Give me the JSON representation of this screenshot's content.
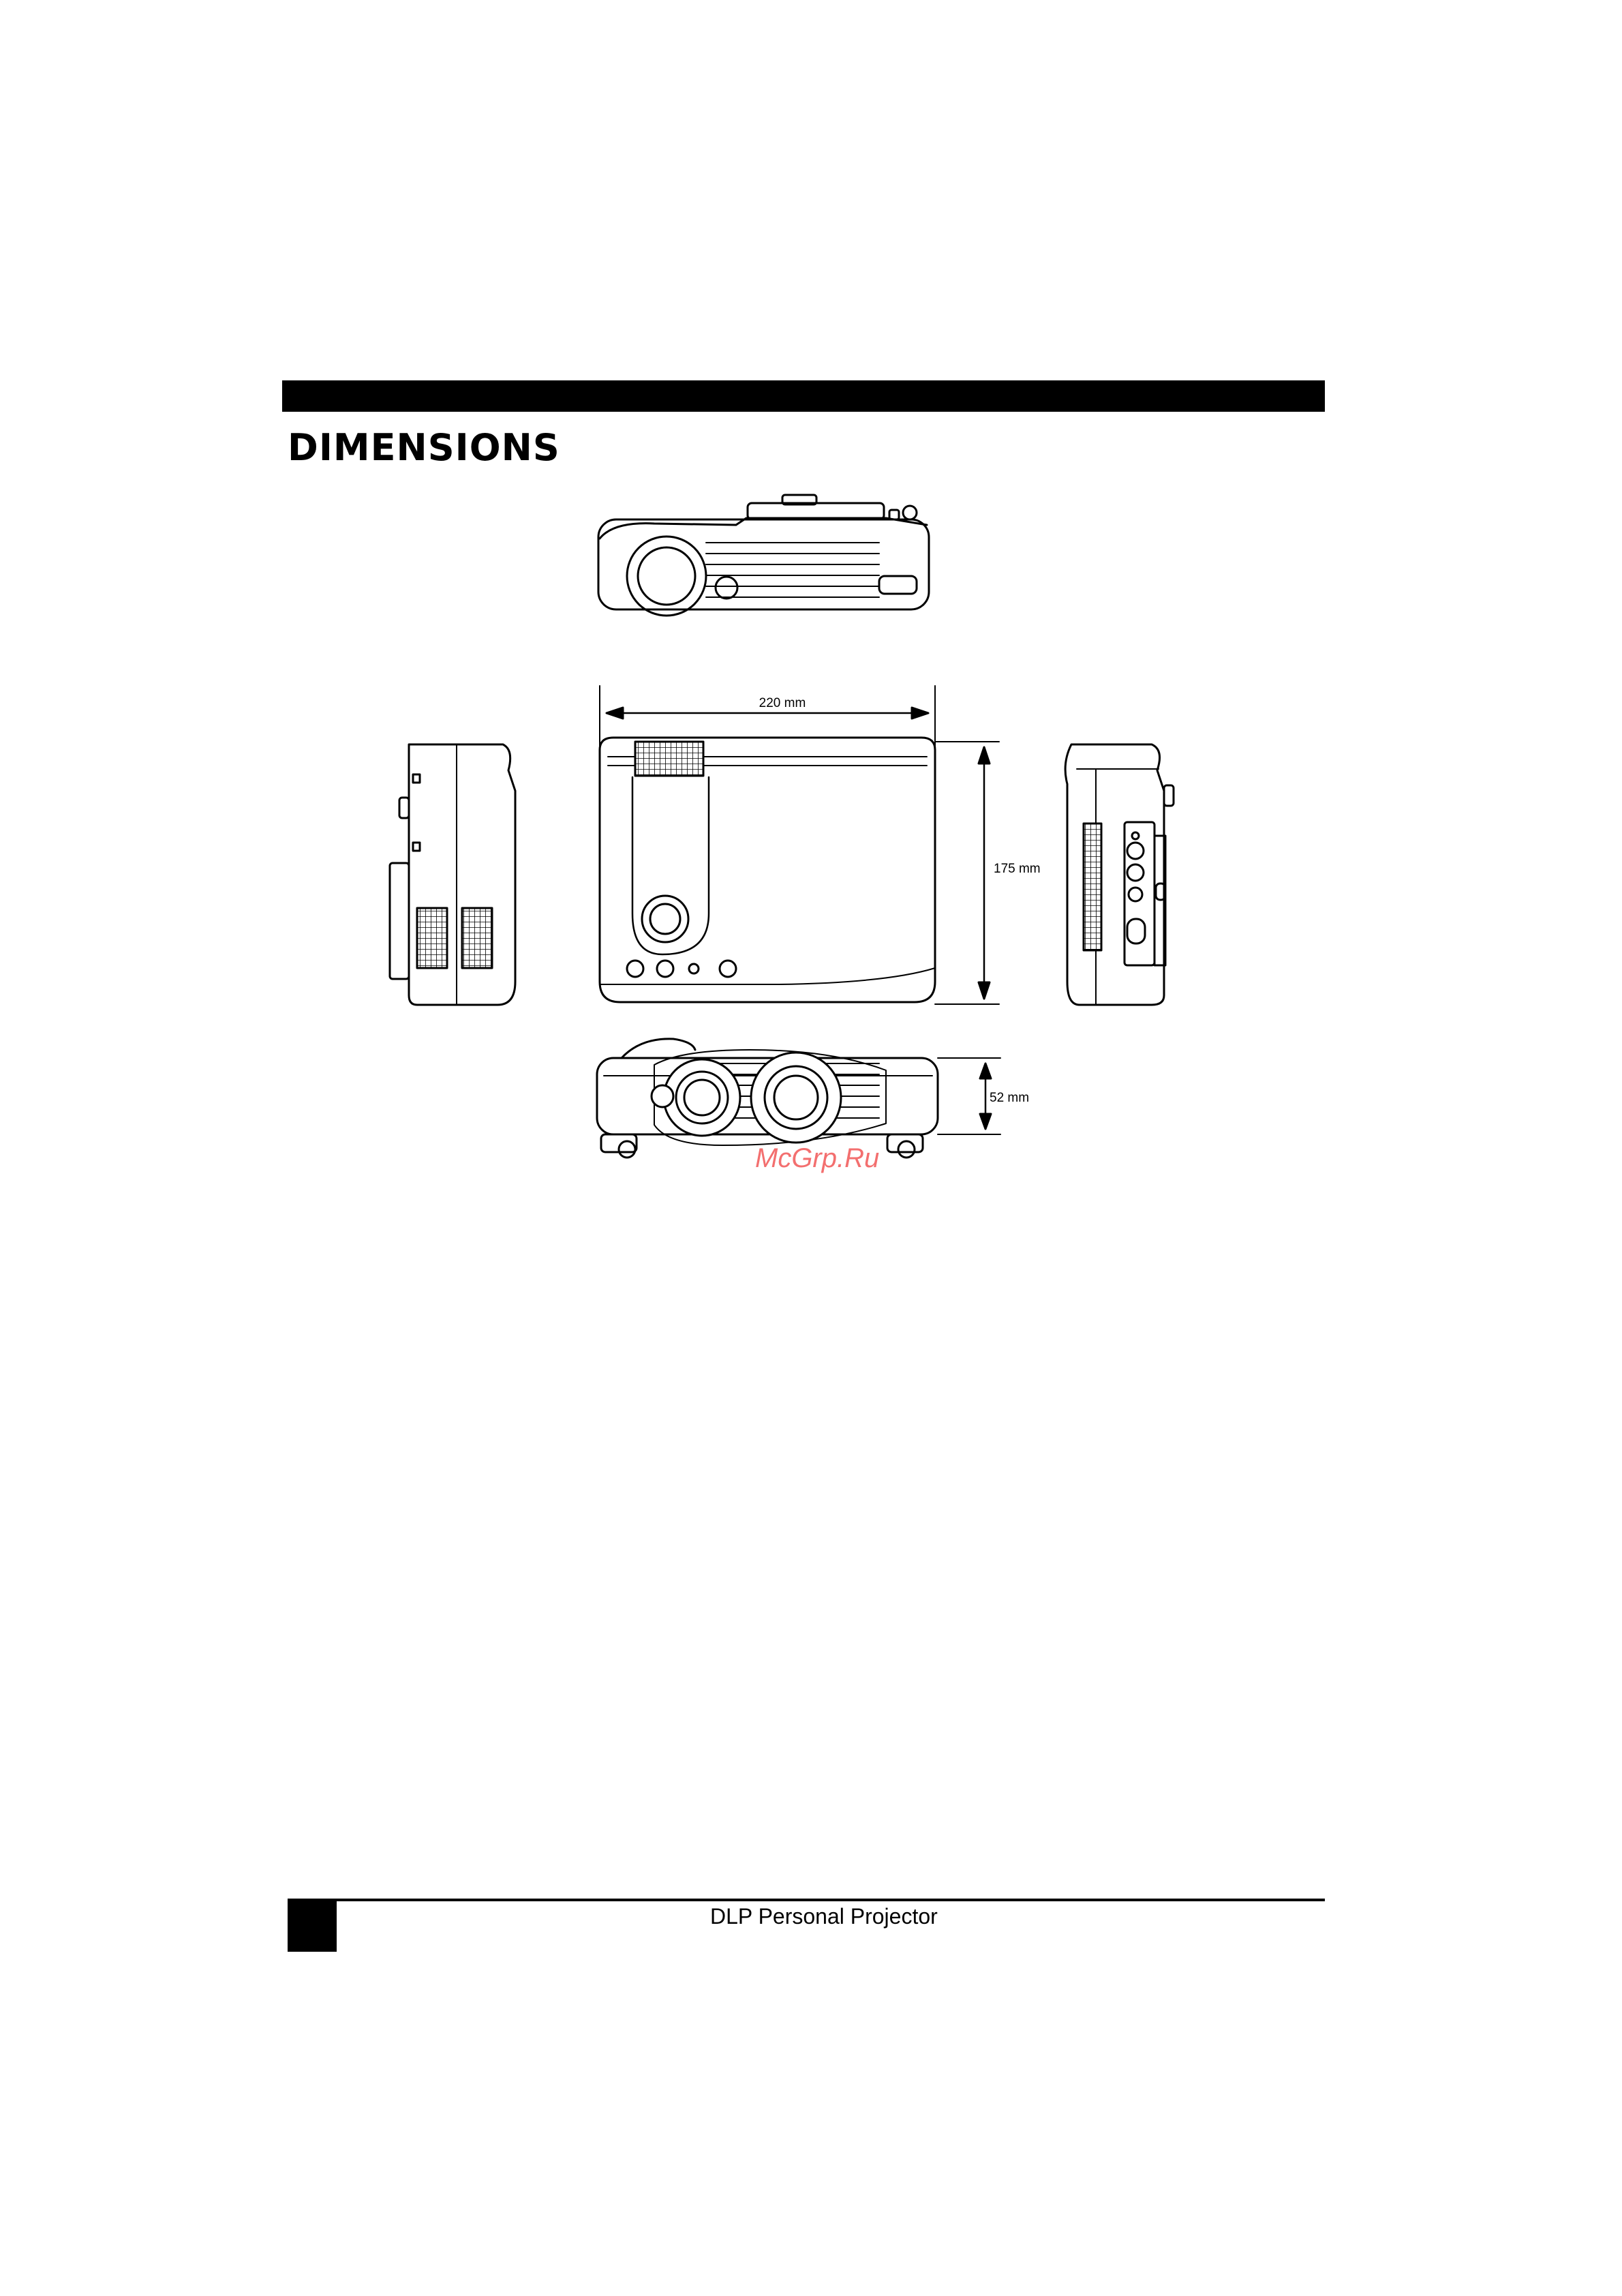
{
  "section": {
    "title": "DIMENSIONS"
  },
  "dimensions": {
    "width_label": "220 mm",
    "depth_label": "175 mm",
    "height_label": "52 mm"
  },
  "watermark": "McGrp.Ru",
  "footer": {
    "title": "DLP Personal Projector"
  }
}
